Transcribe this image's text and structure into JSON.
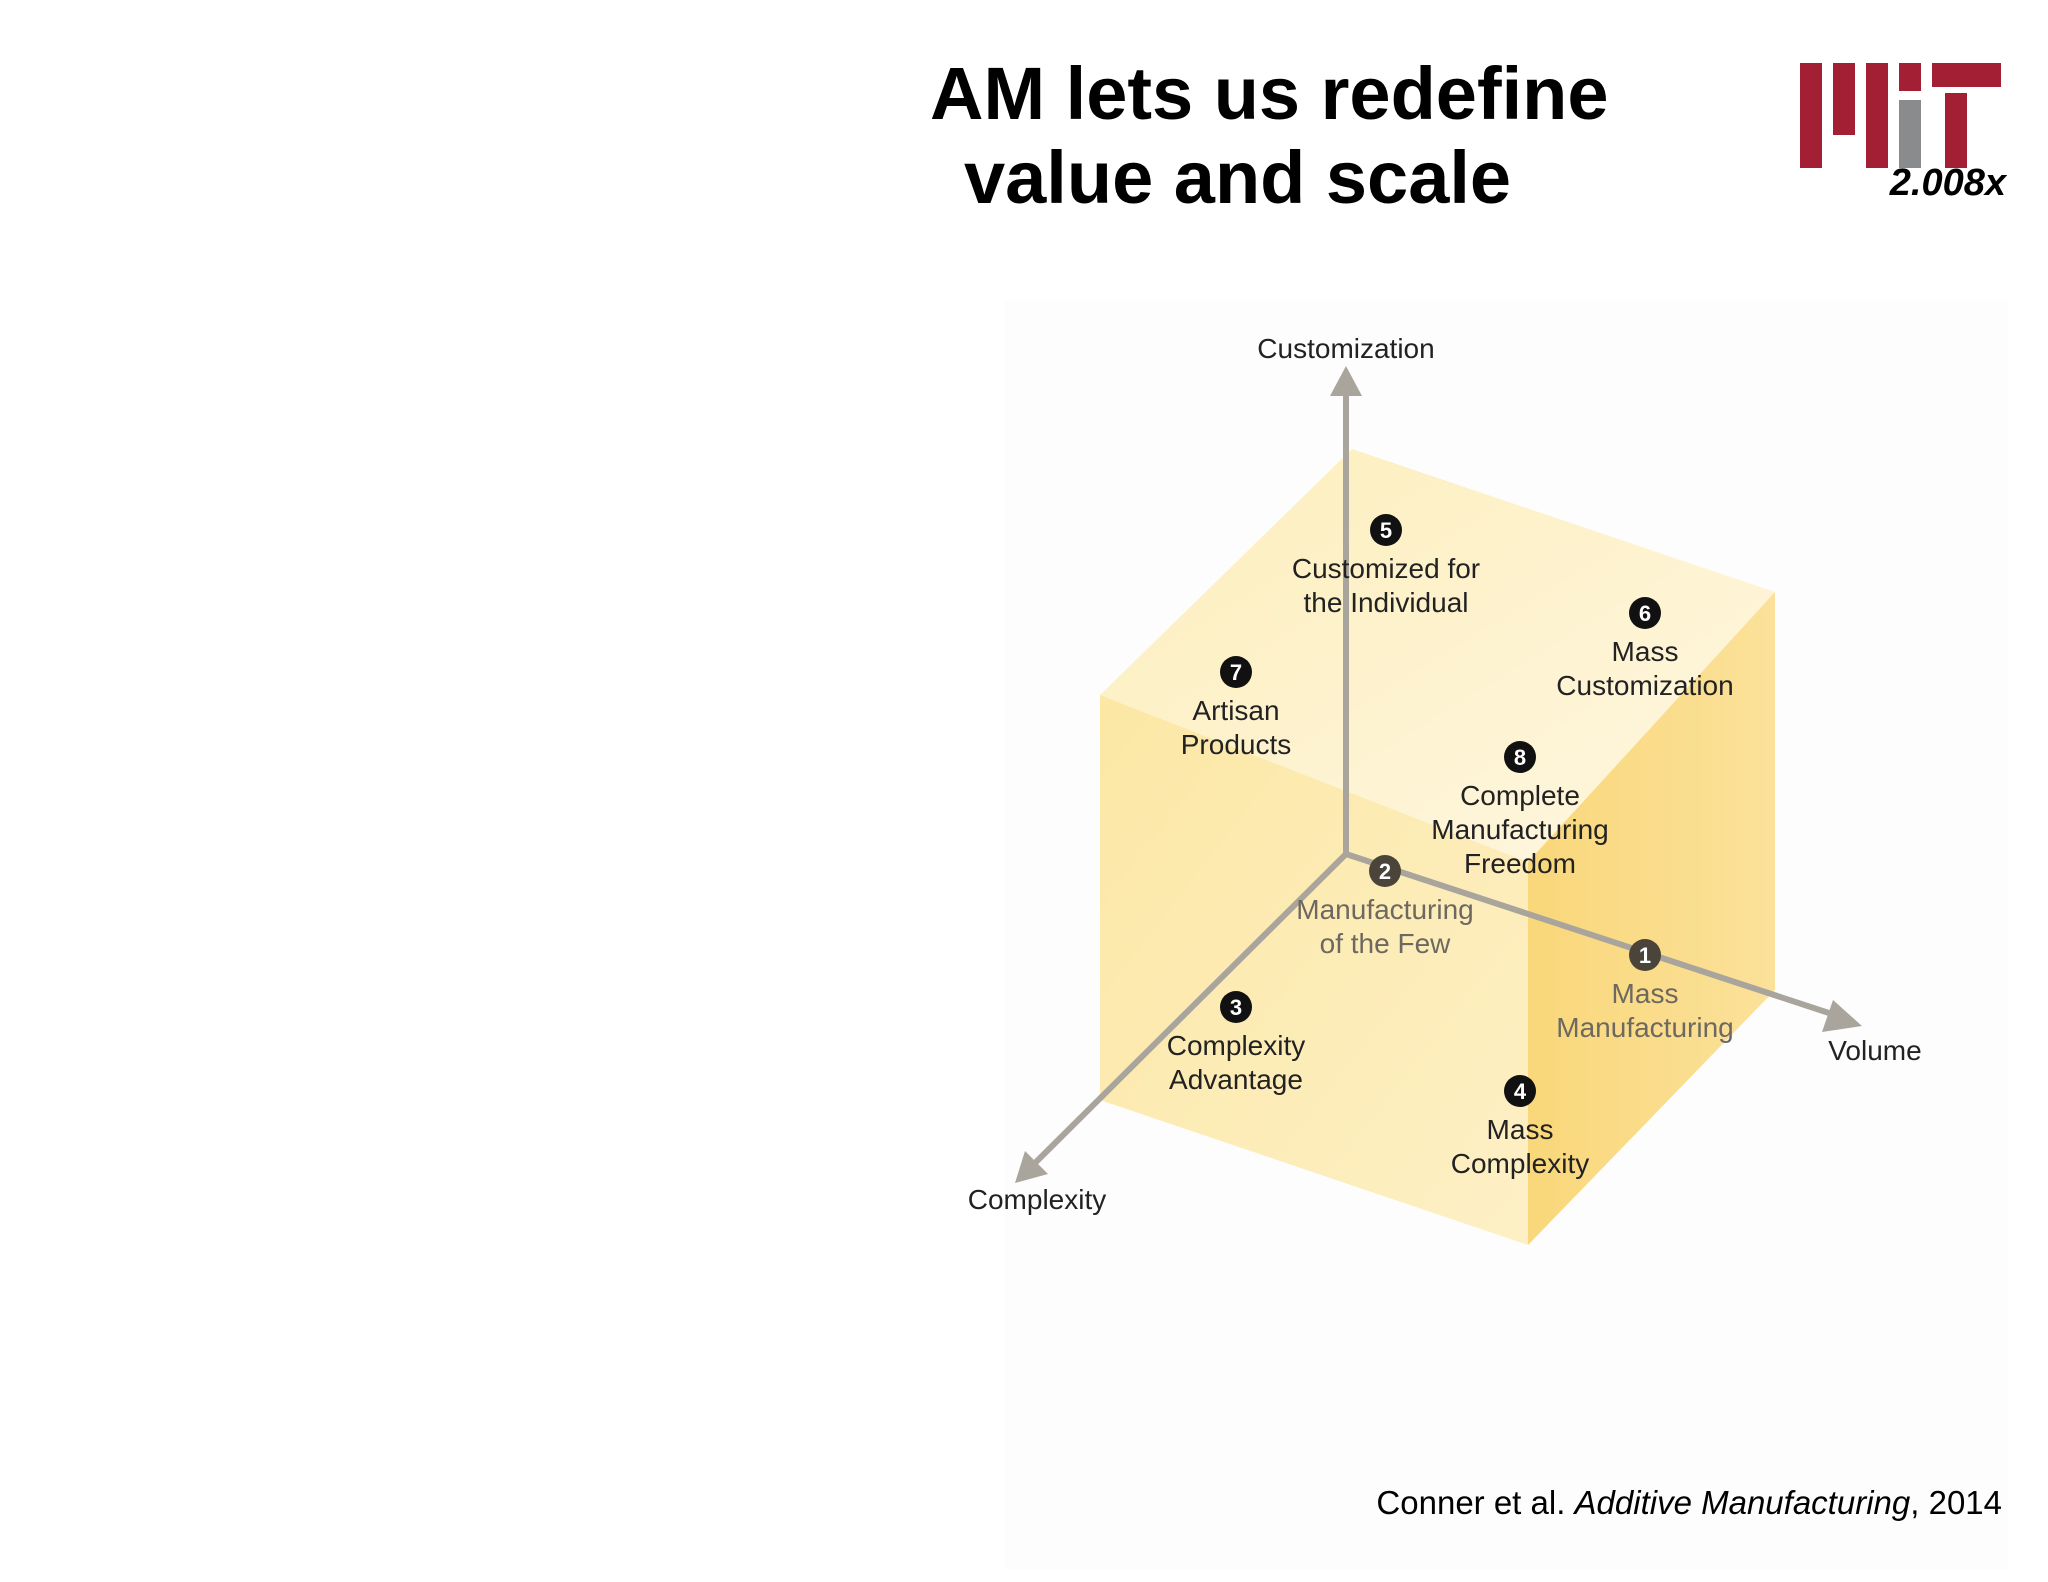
{
  "title": {
    "line1": "AM lets us redefine",
    "line2": "value and scale"
  },
  "logo": {
    "course": "2.008x",
    "colors": {
      "red": "#a31f34",
      "gray": "#8a8b8c"
    }
  },
  "axes": {
    "y": "Customization",
    "x": "Volume",
    "z": "Complexity"
  },
  "points": [
    {
      "num": "1",
      "lines": [
        "Mass",
        "Manufacturing"
      ],
      "muted": true
    },
    {
      "num": "2",
      "lines": [
        "Manufacturing",
        "of the Few"
      ],
      "muted": true
    },
    {
      "num": "3",
      "lines": [
        "Complexity",
        "Advantage"
      ],
      "muted": false
    },
    {
      "num": "4",
      "lines": [
        "Mass",
        "Complexity"
      ],
      "muted": false
    },
    {
      "num": "5",
      "lines": [
        "Customized for",
        "the Individual"
      ],
      "muted": false
    },
    {
      "num": "6",
      "lines": [
        "Mass",
        "Customization"
      ],
      "muted": false
    },
    {
      "num": "7",
      "lines": [
        "Artisan",
        "Products"
      ],
      "muted": false
    },
    {
      "num": "8",
      "lines": [
        "Complete",
        "Manufacturing",
        "Freedom"
      ],
      "muted": false
    }
  ],
  "citation": {
    "authors": "Conner et al.",
    "journal": "Additive Manufacturing",
    "year": ", 2014"
  },
  "colors": {
    "cube_front": "#fbe49a",
    "cube_top": "#fdf1c9",
    "cube_right": "#f9d774",
    "axis": "#a9a49c",
    "text": "#222222",
    "muted_text": "#6d6860"
  }
}
